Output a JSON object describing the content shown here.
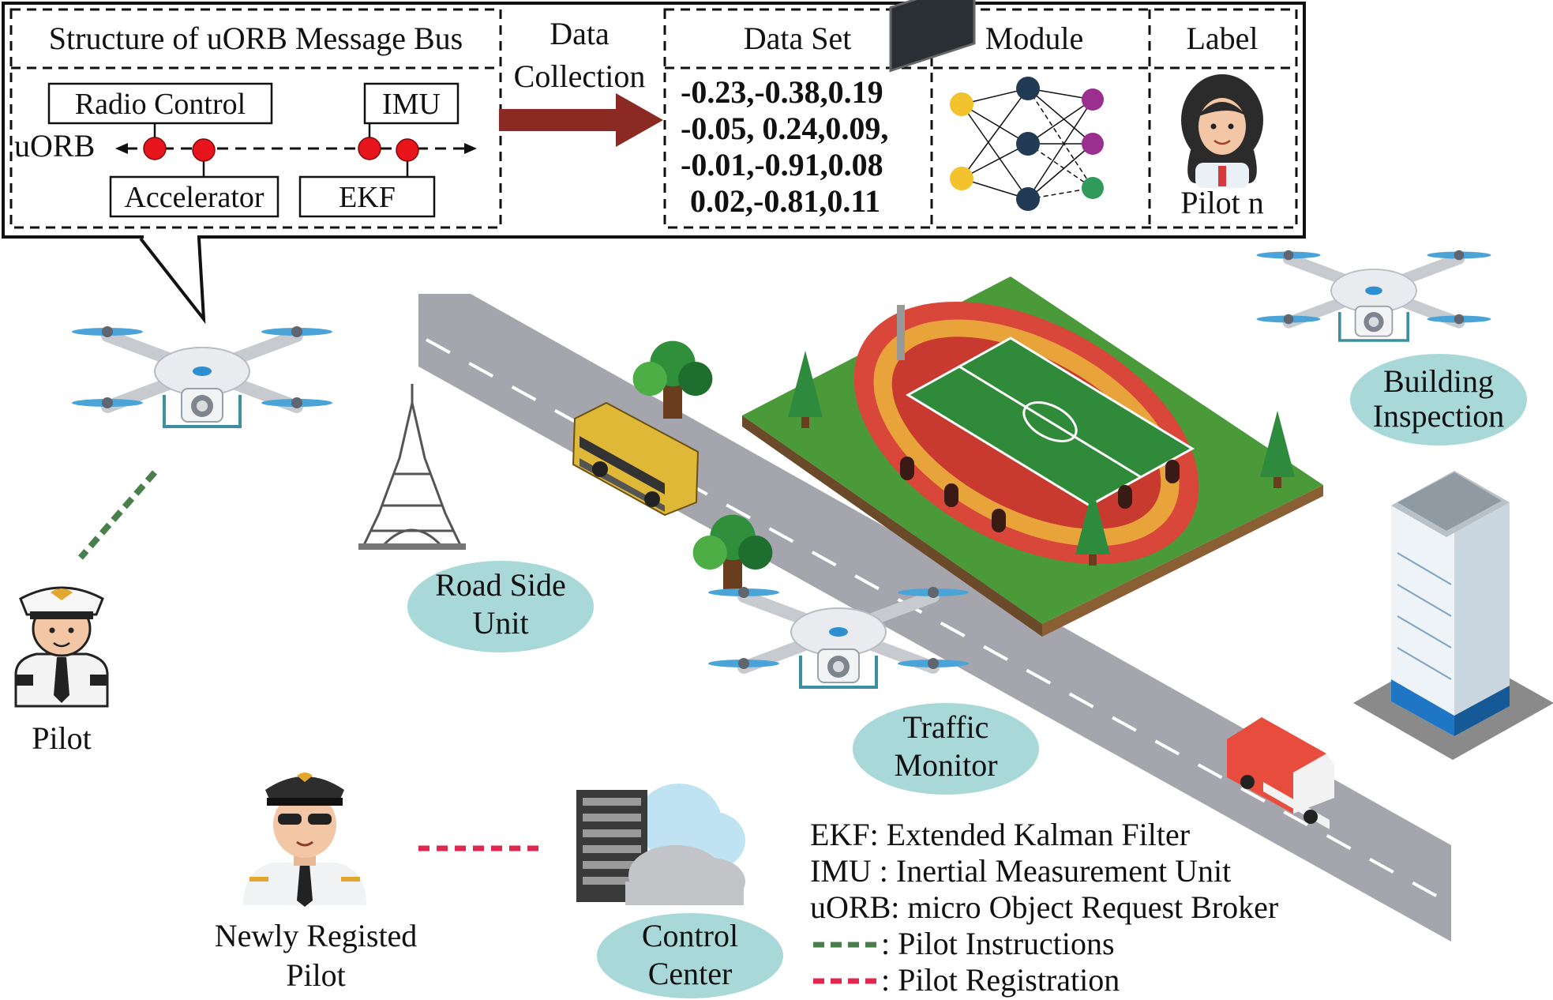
{
  "panel": {
    "uorb_title": "Structure of uORB Message Bus",
    "uorb_label": "uORB",
    "nodes": [
      "Radio Control",
      "IMU",
      "Accelerator",
      "EKF"
    ],
    "arrow_label_line1": "Data",
    "arrow_label_line2": "Collection",
    "headers": [
      "Data Set",
      "Module",
      "Label"
    ],
    "dataset_rows": [
      "-0.23,-0.38,0.19",
      "-0.05, 0.24,0.09,",
      "-0.01,-0.91,0.08",
      "0.02,-0.81,0.11"
    ],
    "label_name": "Pilot n"
  },
  "scene": {
    "pilot": "Pilot",
    "road_side_unit": [
      "Road Side",
      "Unit"
    ],
    "traffic_monitor": [
      "Traffic",
      "Monitor"
    ],
    "building_inspection": [
      "Building",
      "Inspection"
    ],
    "newly_registered": [
      "Newly Registed",
      "Pilot"
    ],
    "control_center": [
      "Control",
      "Center"
    ]
  },
  "legend": {
    "ekf": "EKF: Extended Kalman Filter",
    "imu": "IMU : Inertial Measurement Unit",
    "uorb": "uORB: micro Object Request Broker",
    "instructions": ": Pilot Instructions",
    "registration": ": Pilot Registration"
  },
  "colors": {
    "arrow": "#8b2a22",
    "bubble": "#a9d8d8",
    "node_red": "#e8141b",
    "instructions_line": "#4a7f4c",
    "registration_line": "#e0284f",
    "road": "#a5a5ad"
  }
}
